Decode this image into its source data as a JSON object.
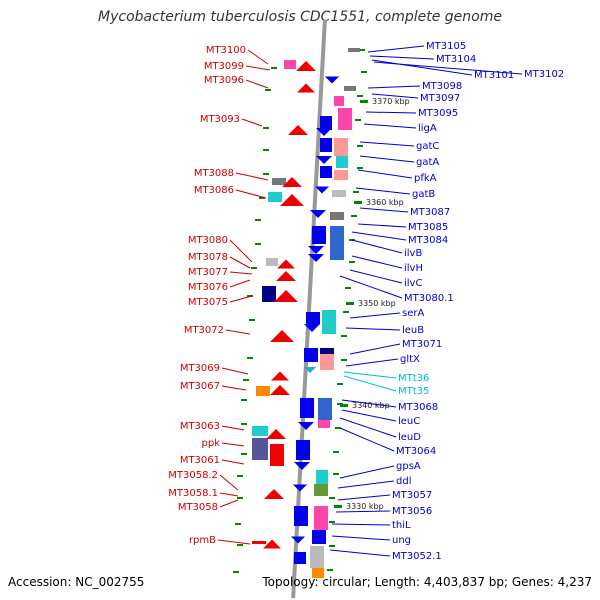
{
  "title": "Mycobacterium tuberculosis CDC1551, complete genome",
  "footer": {
    "accession": "Accession: NC_002755",
    "summary": "Topology: circular; Length: 4,403,837 bp; Genes: 4,237"
  },
  "colors": {
    "left_label": "#cc0000",
    "right_label": "#0000cc",
    "rna_label": "#00bbdd",
    "reverse_gene": "#ee0000",
    "forward_gene": "#0000ee",
    "axis": "#999999",
    "tick": "#008800"
  },
  "scale_marks": [
    {
      "label": "3370 kbp"
    },
    {
      "label": "3360 kbp"
    },
    {
      "label": "3350 kbp"
    },
    {
      "label": "3340 kbp"
    },
    {
      "label": "3330 kbp"
    }
  ],
  "left_genes": [
    "MT3100",
    "MT3099",
    "MT3096",
    "MT3093",
    "MT3088",
    "MT3086",
    "MT3080",
    "MT3078",
    "MT3077",
    "MT3076",
    "MT3075",
    "MT3072",
    "MT3069",
    "MT3067",
    "MT3063",
    "ppk",
    "MT3061",
    "MT3058.2",
    "MT3058.1",
    "MT3058",
    "rpmB"
  ],
  "right_genes": [
    "MT3105",
    "MT3104",
    "MT3101",
    "MT3102",
    "MT3098",
    "MT3097",
    "MT3095",
    "ligA",
    "gatC",
    "gatA",
    "pfkA",
    "gatB",
    "MT3087",
    "MT3085",
    "MT3084",
    "ilvB",
    "ilvH",
    "ilvC",
    "MT3080.1",
    "serA",
    "leuB",
    "MT3071",
    "gltX",
    "MTt36",
    "MTt35",
    "MT3068",
    "leuC",
    "leuD",
    "MT3064",
    "gpsA",
    "ddl",
    "MT3057",
    "MT3056",
    "thiL",
    "ung",
    "MT3052.1"
  ],
  "rna_genes": [
    "MTt36",
    "MTt35"
  ]
}
